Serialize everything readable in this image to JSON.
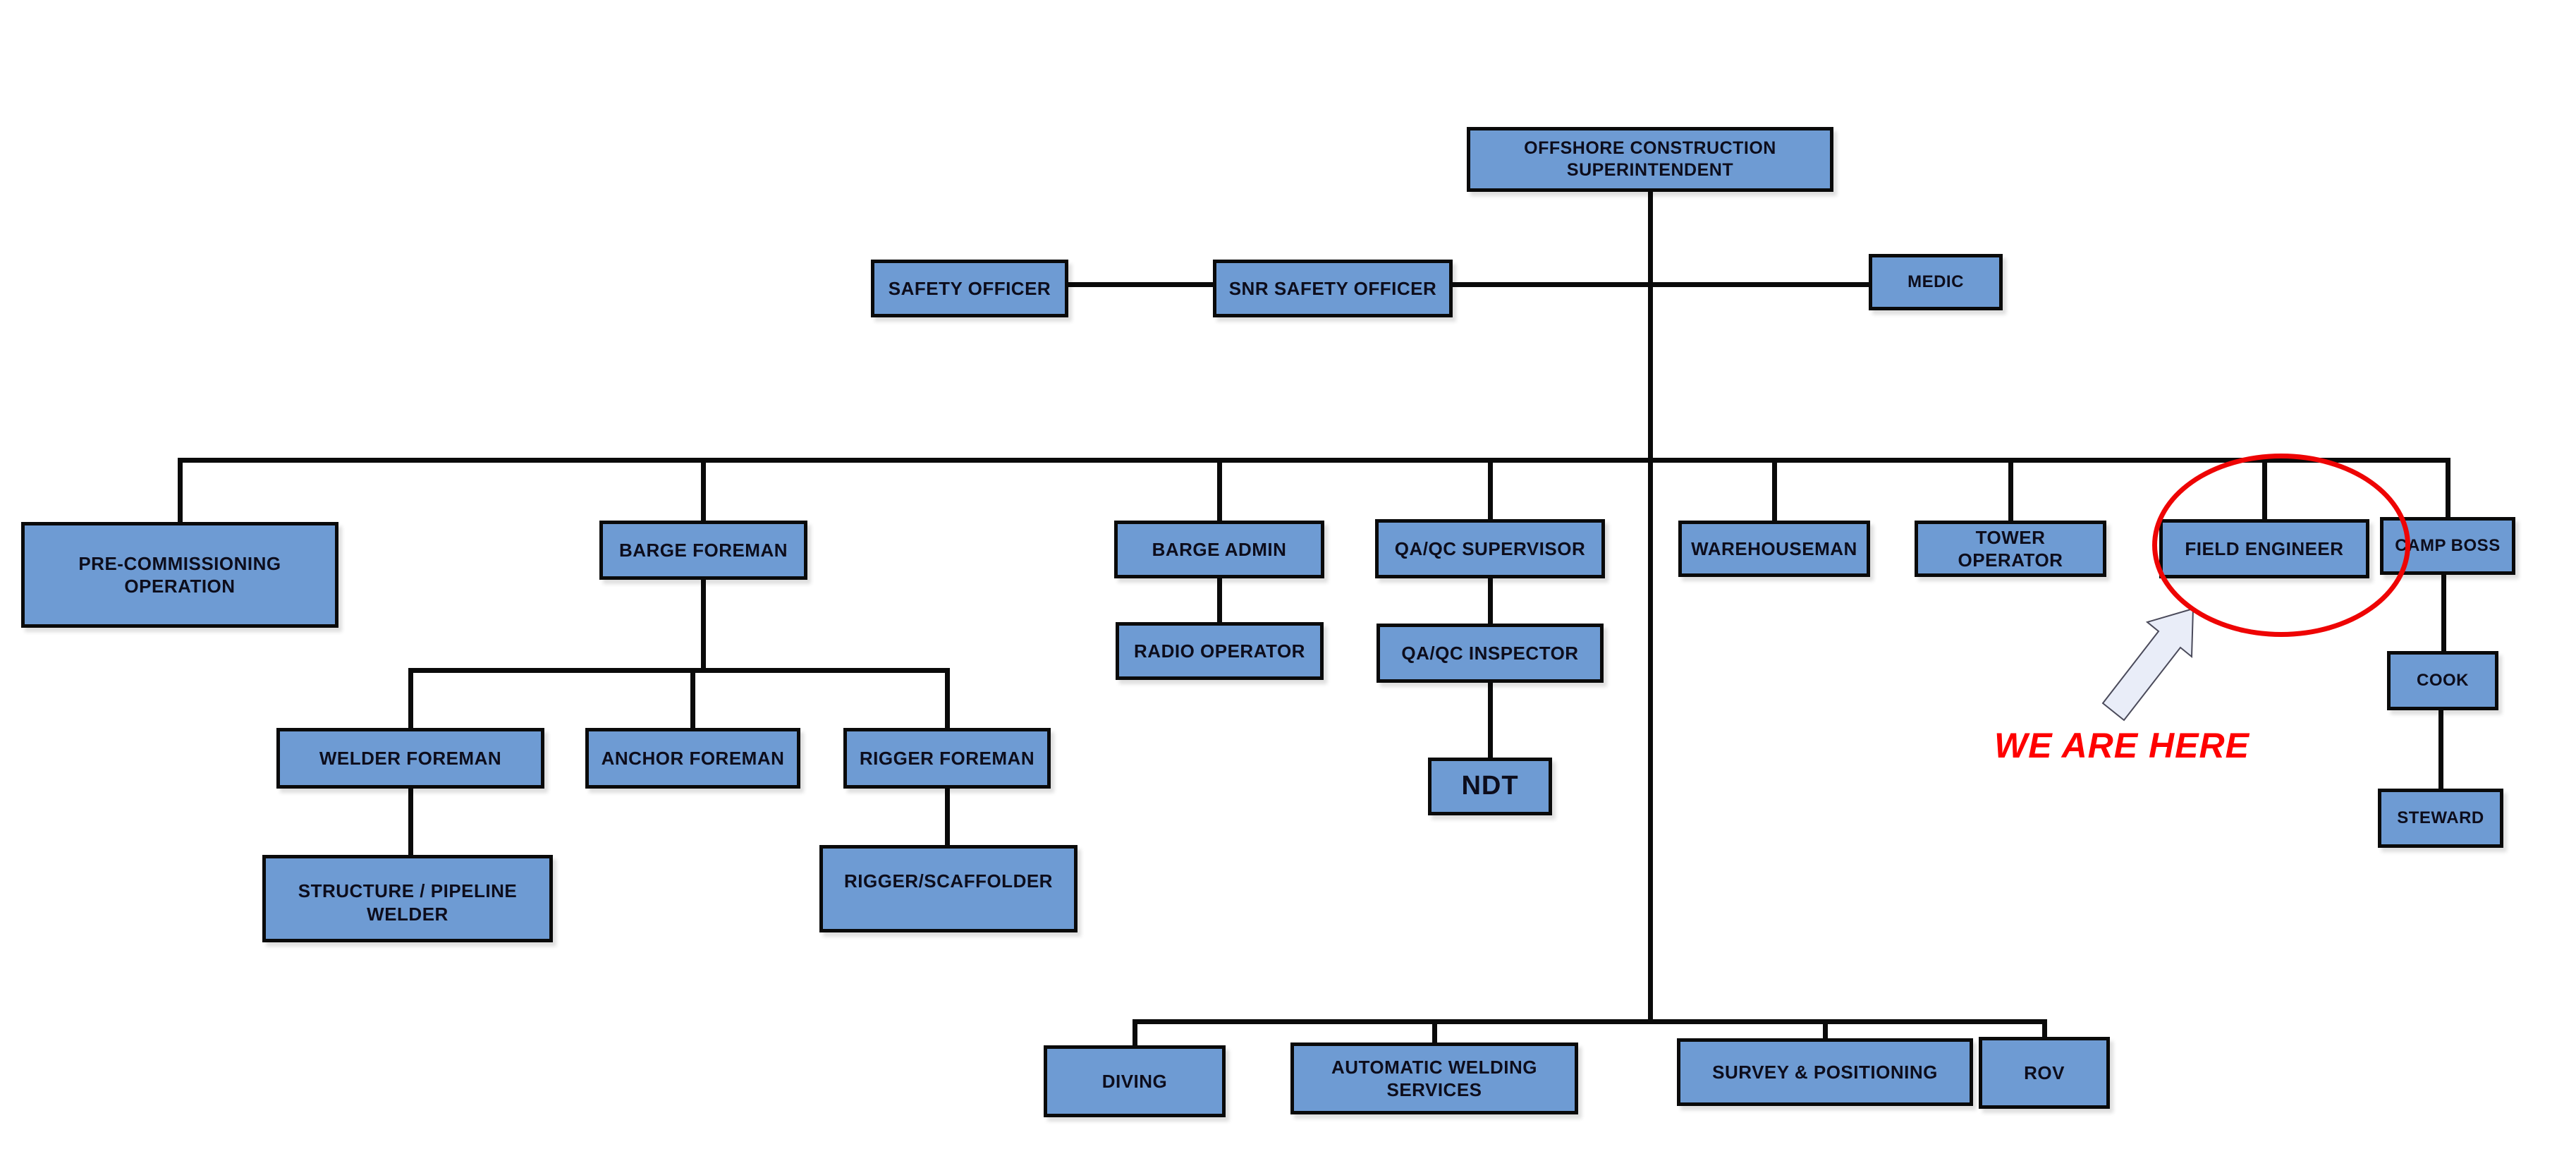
{
  "title": "Offshore Construction Organization Chart",
  "colors": {
    "box_fill": "#6E9BD3",
    "box_border": "#0a0a0a",
    "line": "#0a0a0a",
    "text": "#0d0d1c",
    "highlight_red": "#ee0404",
    "annotation_red": "#fe0000",
    "arrow_fill": "#e9edf8",
    "arrow_stroke": "#4a4a5a",
    "background": "#ffffff"
  },
  "annotation": {
    "text": "WE ARE HERE"
  },
  "nodes": [
    {
      "label": "OFFSHORE CONSTRUCTION SUPERINTENDENT"
    },
    {
      "label": "SAFETY OFFICER"
    },
    {
      "label": "SNR SAFETY OFFICER"
    },
    {
      "label": "MEDIC"
    },
    {
      "label": "PRE-COMMISSIONING OPERATION"
    },
    {
      "label": "BARGE FOREMAN"
    },
    {
      "label": "BARGE ADMIN"
    },
    {
      "label": "QA/QC SUPERVISOR"
    },
    {
      "label": "WAREHOUSEMAN"
    },
    {
      "label": "TOWER OPERATOR"
    },
    {
      "label": "FIELD ENGINEER"
    },
    {
      "label": "CAMP BOSS"
    },
    {
      "label": "WELDER FOREMAN"
    },
    {
      "label": "ANCHOR FOREMAN"
    },
    {
      "label": "RIGGER FOREMAN"
    },
    {
      "label": "STRUCTURE / PIPELINE WELDER"
    },
    {
      "label": "RIGGER/SCAFFOLDER"
    },
    {
      "label": "RADIO OPERATOR"
    },
    {
      "label": "QA/QC INSPECTOR"
    },
    {
      "label": "NDT"
    },
    {
      "label": "COOK"
    },
    {
      "label": "STEWARD"
    },
    {
      "label": "DIVING"
    },
    {
      "label": "AUTOMATIC WELDING SERVICES"
    },
    {
      "label": "SURVEY & POSITIONING"
    },
    {
      "label": "ROV"
    }
  ],
  "edges": [
    [
      "OFFSHORE CONSTRUCTION SUPERINTENDENT",
      "SNR SAFETY OFFICER"
    ],
    [
      "OFFSHORE CONSTRUCTION SUPERINTENDENT",
      "MEDIC"
    ],
    [
      "SNR SAFETY OFFICER",
      "SAFETY OFFICER"
    ],
    [
      "OFFSHORE CONSTRUCTION SUPERINTENDENT",
      "PRE-COMMISSIONING OPERATION"
    ],
    [
      "OFFSHORE CONSTRUCTION SUPERINTENDENT",
      "BARGE FOREMAN"
    ],
    [
      "OFFSHORE CONSTRUCTION SUPERINTENDENT",
      "BARGE ADMIN"
    ],
    [
      "OFFSHORE CONSTRUCTION SUPERINTENDENT",
      "QA/QC SUPERVISOR"
    ],
    [
      "OFFSHORE CONSTRUCTION SUPERINTENDENT",
      "WAREHOUSEMAN"
    ],
    [
      "OFFSHORE CONSTRUCTION SUPERINTENDENT",
      "TOWER OPERATOR"
    ],
    [
      "OFFSHORE CONSTRUCTION SUPERINTENDENT",
      "FIELD ENGINEER"
    ],
    [
      "OFFSHORE CONSTRUCTION SUPERINTENDENT",
      "CAMP BOSS"
    ],
    [
      "BARGE FOREMAN",
      "WELDER FOREMAN"
    ],
    [
      "BARGE FOREMAN",
      "ANCHOR FOREMAN"
    ],
    [
      "BARGE FOREMAN",
      "RIGGER FOREMAN"
    ],
    [
      "WELDER FOREMAN",
      "STRUCTURE / PIPELINE WELDER"
    ],
    [
      "RIGGER FOREMAN",
      "RIGGER/SCAFFOLDER"
    ],
    [
      "BARGE ADMIN",
      "RADIO OPERATOR"
    ],
    [
      "QA/QC SUPERVISOR",
      "QA/QC INSPECTOR"
    ],
    [
      "QA/QC INSPECTOR",
      "NDT"
    ],
    [
      "CAMP BOSS",
      "COOK"
    ],
    [
      "COOK",
      "STEWARD"
    ],
    [
      "OFFSHORE CONSTRUCTION SUPERINTENDENT",
      "DIVING"
    ],
    [
      "OFFSHORE CONSTRUCTION SUPERINTENDENT",
      "AUTOMATIC WELDING SERVICES"
    ],
    [
      "OFFSHORE CONSTRUCTION SUPERINTENDENT",
      "SURVEY & POSITIONING"
    ],
    [
      "OFFSHORE CONSTRUCTION SUPERINTENDENT",
      "ROV"
    ]
  ]
}
